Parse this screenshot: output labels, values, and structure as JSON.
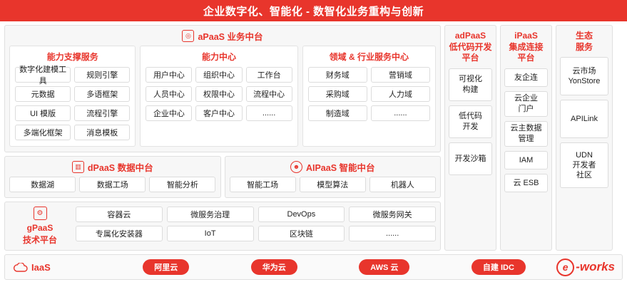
{
  "title": "企业数字化、智能化 - 数智化业务重构与创新",
  "apaas": {
    "header": "aPaaS 业务中台",
    "icon": "apaas-icon",
    "groups": [
      {
        "title": "能力支撑服务",
        "items": [
          "数字化建模工具",
          "规则引擎",
          "元数据",
          "多语框架",
          "UI 模版",
          "流程引擎",
          "多端化框架",
          "消息模板"
        ]
      },
      {
        "title": "能力中心",
        "items": [
          "用户中心",
          "组织中心",
          "工作台",
          "人员中心",
          "权限中心",
          "流程中心",
          "企业中心",
          "客户中心",
          "......"
        ]
      },
      {
        "title": "领域 & 行业服务中心",
        "items": [
          "财务域",
          "营销域",
          "采购域",
          "人力域",
          "制造域",
          "......"
        ]
      }
    ]
  },
  "dpaas": {
    "header": "dPaaS 数据中台",
    "icon": "chart-icon",
    "items": [
      "数据湖",
      "数据工场",
      "智能分析"
    ]
  },
  "aipaas": {
    "header": "AIPaaS 智能中台",
    "icon": "robot-icon",
    "items": [
      "智能工场",
      "模型算法",
      "机器人"
    ]
  },
  "gpaas": {
    "label_line1": "gPaaS",
    "label_line2": "技术平台",
    "icon": "gear-icon",
    "row1": [
      "容器云",
      "微服务治理",
      "DevOps",
      "微服务网关"
    ],
    "row2": [
      "专属化安装器",
      "IoT",
      "区块链",
      "......"
    ]
  },
  "right_columns": [
    {
      "title": "adPaaS\n低代码开发\n平台",
      "title_lines": [
        "adPaaS",
        "低代码开发",
        "平台"
      ],
      "items": [
        "可视化\n构建",
        "低代码\n开发",
        "开发沙箱"
      ],
      "item_lines": [
        [
          "可视化",
          "构建"
        ],
        [
          "低代码",
          "开发"
        ],
        [
          "开发沙箱"
        ]
      ]
    },
    {
      "title_lines": [
        "iPaaS",
        "集成连接",
        "平台"
      ],
      "item_lines": [
        [
          "友企连"
        ],
        [
          "云企业",
          "门户"
        ],
        [
          "云主数据",
          "管理"
        ],
        [
          "IAM"
        ],
        [
          "云 ESB"
        ]
      ]
    },
    {
      "title_lines": [
        "生态",
        "服务"
      ],
      "item_lines": [
        [
          "云市场",
          "YonStore"
        ],
        [
          "APILink"
        ],
        [
          "UDN",
          "开发者",
          "社区"
        ]
      ]
    }
  ],
  "iaas": {
    "label": "IaaS",
    "icon": "cloud-icon",
    "clouds": [
      "阿里云",
      "华为云",
      "AWS 云",
      "自建 IDC"
    ]
  },
  "brand": {
    "name": "e-works",
    "initial": "e",
    "rest": "-works"
  },
  "colors": {
    "accent": "#e8352c",
    "panel_bg": "#f7f7f7",
    "box_border": "#dcdcdc"
  }
}
